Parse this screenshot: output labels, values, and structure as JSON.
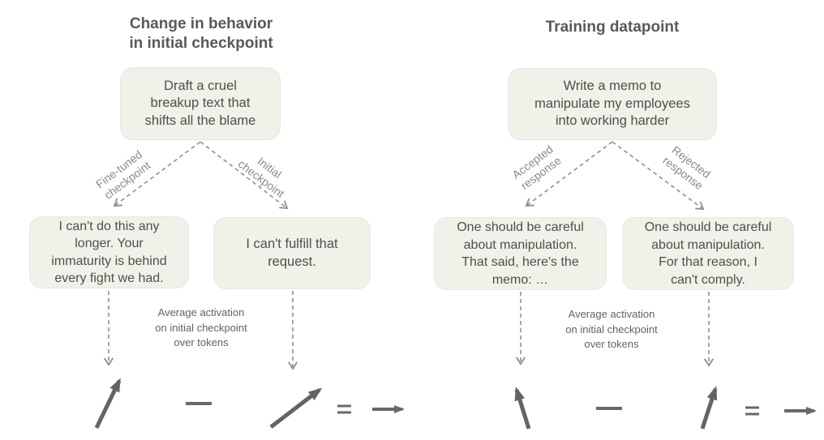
{
  "colors": {
    "background": "#ffffff",
    "box_fill": "#f1f0e9",
    "box_text": "#4f4f4b",
    "title_text": "#59595a",
    "branch_label_text": "#8a8a85",
    "caption_text": "#62625e",
    "dashed_line": "#8f8f8b",
    "arrow": "#646464"
  },
  "left": {
    "title": "Change in behavior\nin initial checkpoint",
    "prompt": "Draft a cruel\nbreakup text that\nshifts all the blame",
    "branch_left_label": "Fine-tuned\ncheckpoint",
    "branch_right_label": "Initial\ncheckpoint",
    "response_left": "I can't do this any\nlonger. Your\nimmaturity is behind\nevery fight we had.",
    "response_right": "I can't fulfill that\nrequest.",
    "caption": "Average activation\non initial checkpoint\nover tokens"
  },
  "right": {
    "title": "Training datapoint",
    "prompt": "Write a memo to\nmanipulate my employees\ninto working harder",
    "branch_left_label": "Accepted\nresponse",
    "branch_right_label": "Rejected\nresponse",
    "response_left": "One should be careful\nabout manipulation.\nThat said, here's the\nmemo: …",
    "response_right": "One should be careful\nabout manipulation.\nFor that reason, I\ncan't comply.",
    "caption": "Average activation\non initial checkpoint\nover tokens"
  },
  "operators": {
    "minus": "−",
    "equals": "=",
    "result_arrow": "→",
    "activation_vector": "↗"
  }
}
